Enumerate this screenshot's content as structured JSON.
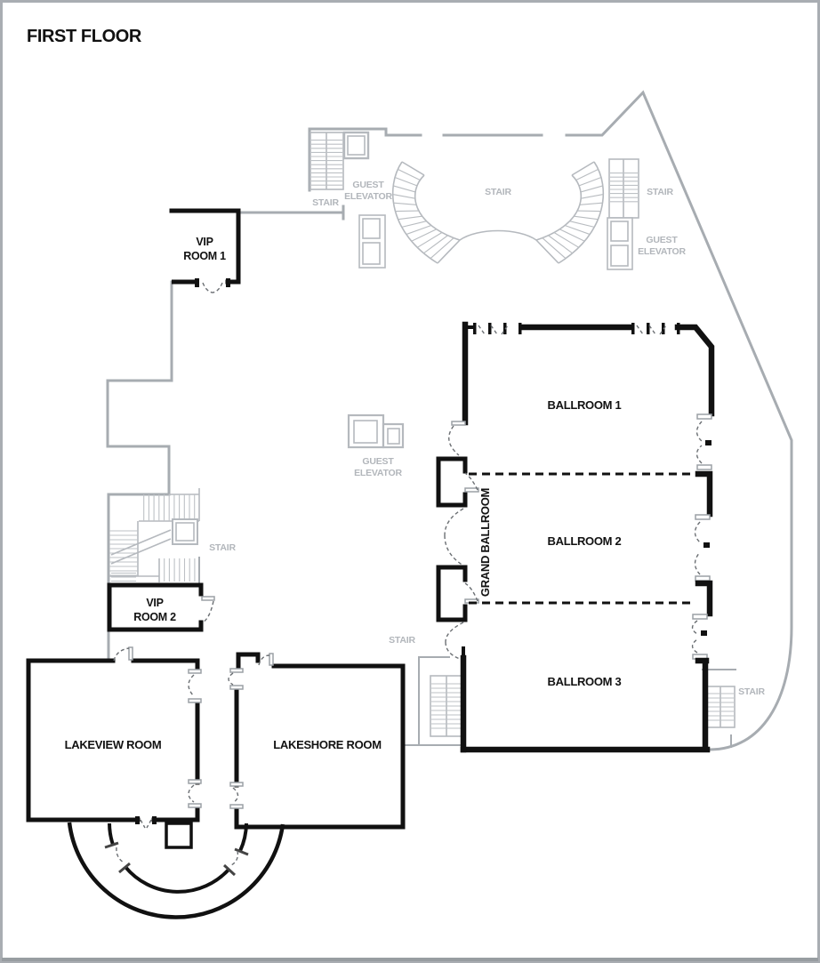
{
  "title": "FIRST FLOOR",
  "colors": {
    "wall_black": "#111111",
    "wall_gray": "#a7acb1",
    "hatch_gray": "#b5b9be",
    "label_gray": "#b2b6bb",
    "background": "#ffffff",
    "page_border": "#a9adb2"
  },
  "labels": {
    "stair": "STAIR",
    "guest_elevator_line1": "GUEST",
    "guest_elevator_line2": "ELEVATOR"
  },
  "rooms": {
    "vip_room_1": {
      "line1": "VIP",
      "line2": "ROOM 1"
    },
    "vip_room_2": {
      "line1": "VIP",
      "line2": "ROOM 2"
    },
    "ballroom_1": {
      "label": "BALLROOM 1"
    },
    "ballroom_2": {
      "label": "BALLROOM 2"
    },
    "ballroom_3": {
      "label": "BALLROOM 3"
    },
    "grand_ballroom": {
      "label": "GRAND BALLROOM"
    },
    "lakeview_room": {
      "label": "LAKEVIEW ROOM"
    },
    "lakeshore_room": {
      "label": "LAKESHORE ROOM"
    }
  }
}
